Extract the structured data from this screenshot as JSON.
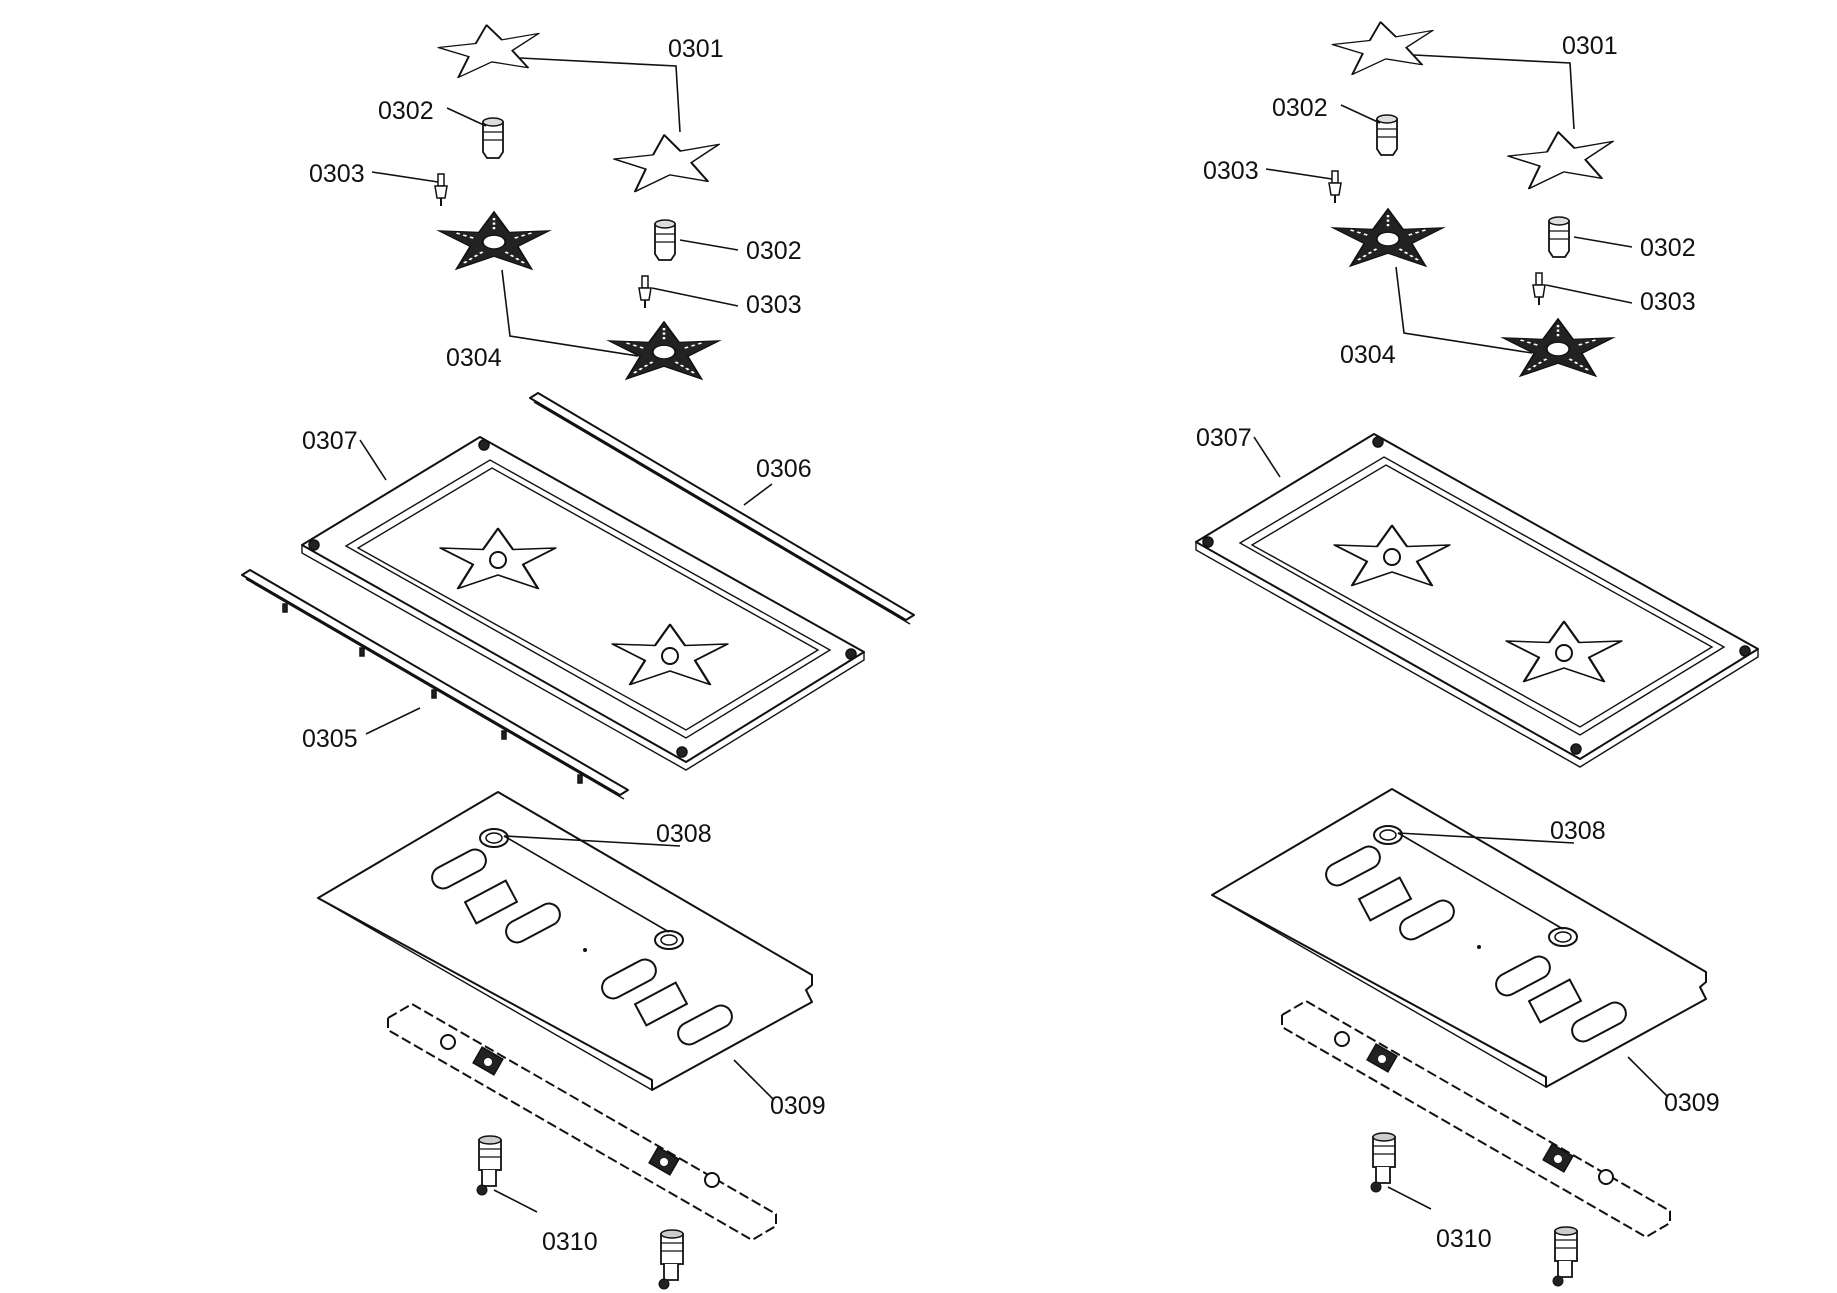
{
  "labels": {
    "l0301": "0301",
    "l0302": "0302",
    "l0303": "0303",
    "l0304": "0304",
    "l0305": "0305",
    "l0306": "0306",
    "l0307": "0307",
    "l0308": "0308",
    "l0309": "0309",
    "l0310": "0310"
  }
}
